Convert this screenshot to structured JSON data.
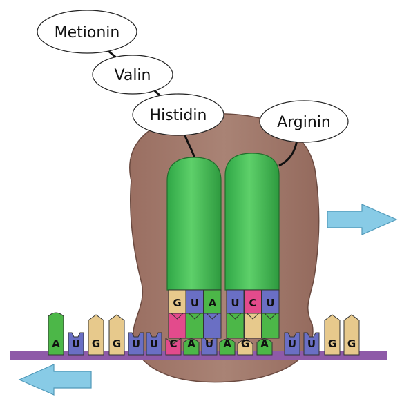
{
  "amino_acids": [
    {
      "id": "met",
      "label": "Metionin"
    },
    {
      "id": "val",
      "label": "Valin"
    },
    {
      "id": "his",
      "label": "Histidin"
    },
    {
      "id": "arg",
      "label": "Arginin"
    }
  ],
  "mrna_bases": [
    "A",
    "U",
    "G",
    "G",
    "U",
    "U",
    "C",
    "A",
    "U",
    "A",
    "G",
    "A",
    "U",
    "U",
    "G",
    "G"
  ],
  "trna_left": {
    "anticodon": [
      "G",
      "U",
      "A"
    ]
  },
  "trna_right": {
    "anticodon": [
      "U",
      "C",
      "U"
    ]
  },
  "colors": {
    "A": "#4cb748",
    "U": "#6a6fc4",
    "G": "#e7c98c",
    "C": "#e34b8c",
    "ribosome": "#a47a6c",
    "trna_body": "#3dbd52",
    "mrna": "#8e5aa8",
    "arrow": "#88cbe6"
  },
  "icons": {
    "ribosome_direction": "arrow-right-icon",
    "mrna_direction": "arrow-left-icon"
  }
}
